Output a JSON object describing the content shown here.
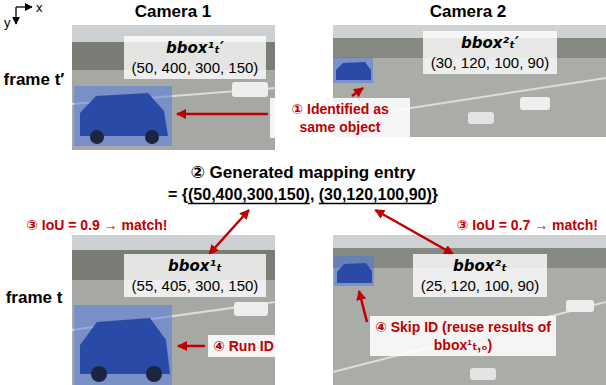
{
  "diagram": {
    "nodes": [
      {
        "text": [
          "bbox¹ₜ′",
          "(50, 400, 300, 150)"
        ]
      },
      {
        "text": [
          "bbox²ₜ′",
          "(30, 120, 100, 90)"
        ]
      },
      {
        "text": [
          "① Identified as same object"
        ]
      },
      {
        "text": [
          "② Generated mapping entry",
          "= {(50,400,300,150), (30,120,100,90)}"
        ]
      },
      {
        "text": [
          "bbox¹ₜ",
          "(55, 405, 300, 150)"
        ]
      },
      {
        "text": [
          "bbox²ₜ",
          "(25, 120, 100, 90)"
        ]
      },
      {
        "text": [
          "④ Run ID"
        ]
      },
      {
        "text": [
          "④ Skip ID (reuse results of bbox¹ₜ,₀)"
        ]
      }
    ],
    "edges": [
      {
        "from": 3,
        "to": 4,
        "arrow": "both",
        "label": "③ IoU = 0.9 → match!"
      },
      {
        "from": 3,
        "to": 5,
        "arrow": "both",
        "label": "③ IoU = 0.7 → match!"
      }
    ],
    "labels": [
      "x",
      "y",
      "Camera 1",
      "Camera 2",
      "frame t′",
      "frame t"
    ]
  }
}
